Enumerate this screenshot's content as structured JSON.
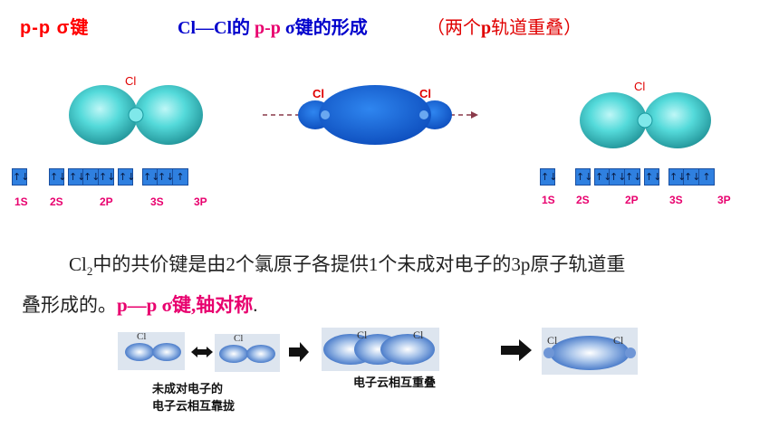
{
  "title": {
    "left": "p-p   σ键",
    "main_a": "Cl—Cl的 ",
    "main_b": "p-p",
    "main_c": " σ键的形成",
    "paren_a": "（两个",
    "paren_p": "p",
    "paren_b": "轨道重叠）"
  },
  "atoms": {
    "left_label": "Cl",
    "middle_left": "Cl",
    "middle_right": "Cl",
    "right_label": "Cl"
  },
  "orbital_groups": [
    [
      "↑↓"
    ],
    [
      "↑↓"
    ],
    [
      "↑↓",
      "↑↓",
      "↑↓"
    ],
    [
      "↑↓"
    ],
    [
      "↑↓",
      "↑↓",
      "↑"
    ]
  ],
  "sublevels": [
    "1S",
    "2S",
    "2P",
    "3S",
    "3P"
  ],
  "body_text": {
    "cl": "Cl",
    "sub": "2",
    "line1": "中的共价键是由2个氯原子各提供1个未成对电子的3p原子轨道重",
    "line2a": "叠形成的。",
    "line2b": "p—p σ键,轴对称",
    "line2c": "."
  },
  "process": {
    "arrow_double": "⟺",
    "panel_label": "Cl",
    "caption1_line1": "未成对电子的",
    "caption1_line2": "电子云相互靠拢",
    "caption2": "电子云相互重叠"
  },
  "colors": {
    "lobe": "#3ec8c8",
    "sigma_bond": "#1560d0",
    "box": "#2f80e0",
    "pink": "#e8006e"
  }
}
